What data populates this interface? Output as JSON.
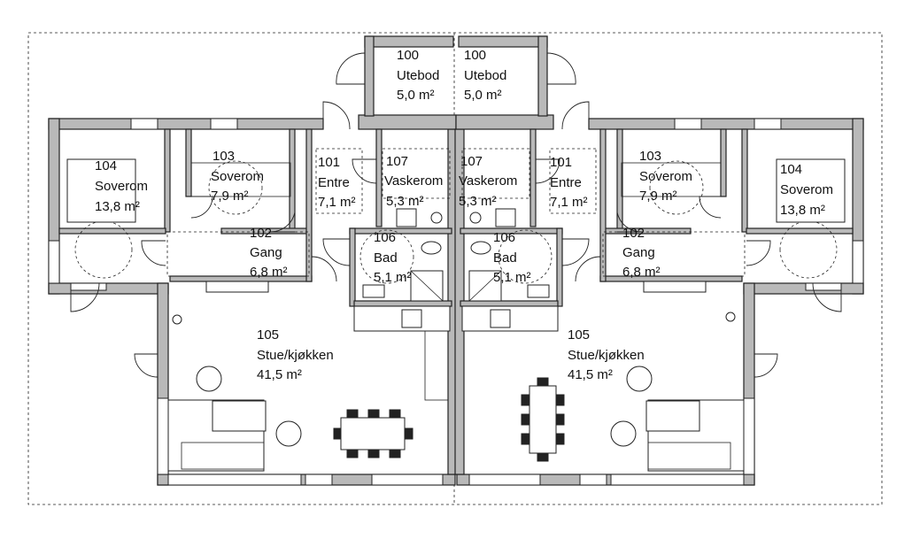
{
  "rooms": [
    {
      "id": "L100",
      "number": "100",
      "name": "Utebod",
      "area": "5,0 m²"
    },
    {
      "id": "R100",
      "number": "100",
      "name": "Utebod",
      "area": "5,0 m²"
    },
    {
      "id": "L101",
      "number": "101",
      "name": "Entre",
      "area": "7,1 m²"
    },
    {
      "id": "R101",
      "number": "101",
      "name": "Entre",
      "area": "7,1 m²"
    },
    {
      "id": "L102",
      "number": "102",
      "name": "Gang",
      "area": "6,8 m²"
    },
    {
      "id": "R102",
      "number": "102",
      "name": "Gang",
      "area": "6,8 m²"
    },
    {
      "id": "L103",
      "number": "103",
      "name": "Soverom",
      "area": "7,9 m²"
    },
    {
      "id": "R103",
      "number": "103",
      "name": "Soverom",
      "area": "7,9 m²"
    },
    {
      "id": "L104",
      "number": "104",
      "name": "Soverom",
      "area": "13,8 m²"
    },
    {
      "id": "R104",
      "number": "104",
      "name": "Soverom",
      "area": "13,8 m²"
    },
    {
      "id": "L105",
      "number": "105",
      "name": "Stue/kjøkken",
      "area": "41,5 m²"
    },
    {
      "id": "R105",
      "number": "105",
      "name": "Stue/kjøkken",
      "area": "41,5 m²"
    },
    {
      "id": "L106",
      "number": "106",
      "name": "Bad",
      "area": "5,1 m²"
    },
    {
      "id": "R106",
      "number": "106",
      "name": "Bad",
      "area": "5,1 m²"
    },
    {
      "id": "L107",
      "number": "107",
      "name": "Vaskerom",
      "area": "5,3 m²"
    },
    {
      "id": "R107",
      "number": "107",
      "name": "Vaskerom",
      "area": "5,3 m²"
    }
  ]
}
